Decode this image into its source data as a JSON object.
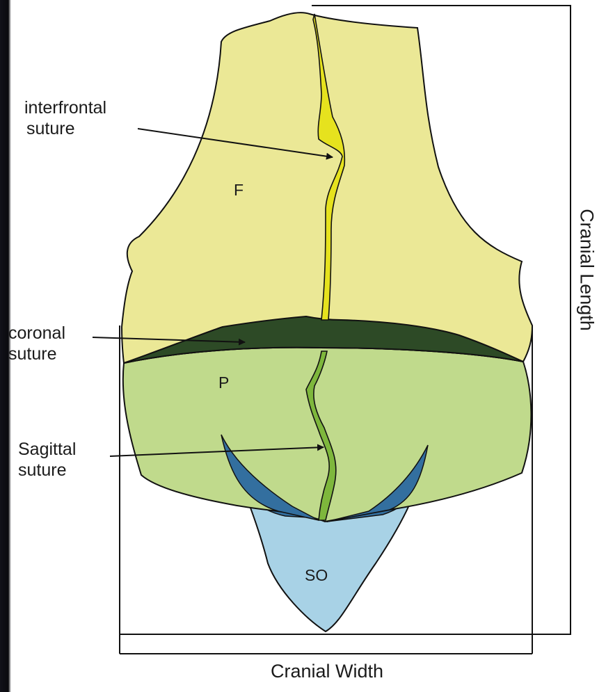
{
  "labels": {
    "interfrontal": [
      "interfrontal",
      "suture"
    ],
    "coronal": [
      "coronal",
      "suture"
    ],
    "sagittal": [
      "Sagittal",
      "suture"
    ]
  },
  "regions": {
    "frontal": "F",
    "parietal": "P",
    "supraoccipital": "SO"
  },
  "measurements": {
    "length": "Cranial Length",
    "width": "Cranial Width"
  },
  "colors": {
    "frontal_bone": "#ebe896",
    "interfrontal_suture": "#e6e21e",
    "coronal_suture": "#2d4a26",
    "parietal_bone": "#c0da8c",
    "sagittal_suture": "#7eb73c",
    "supraoccipital": "#a8d2e6",
    "supraoccipital_dark": "#336f9f"
  }
}
